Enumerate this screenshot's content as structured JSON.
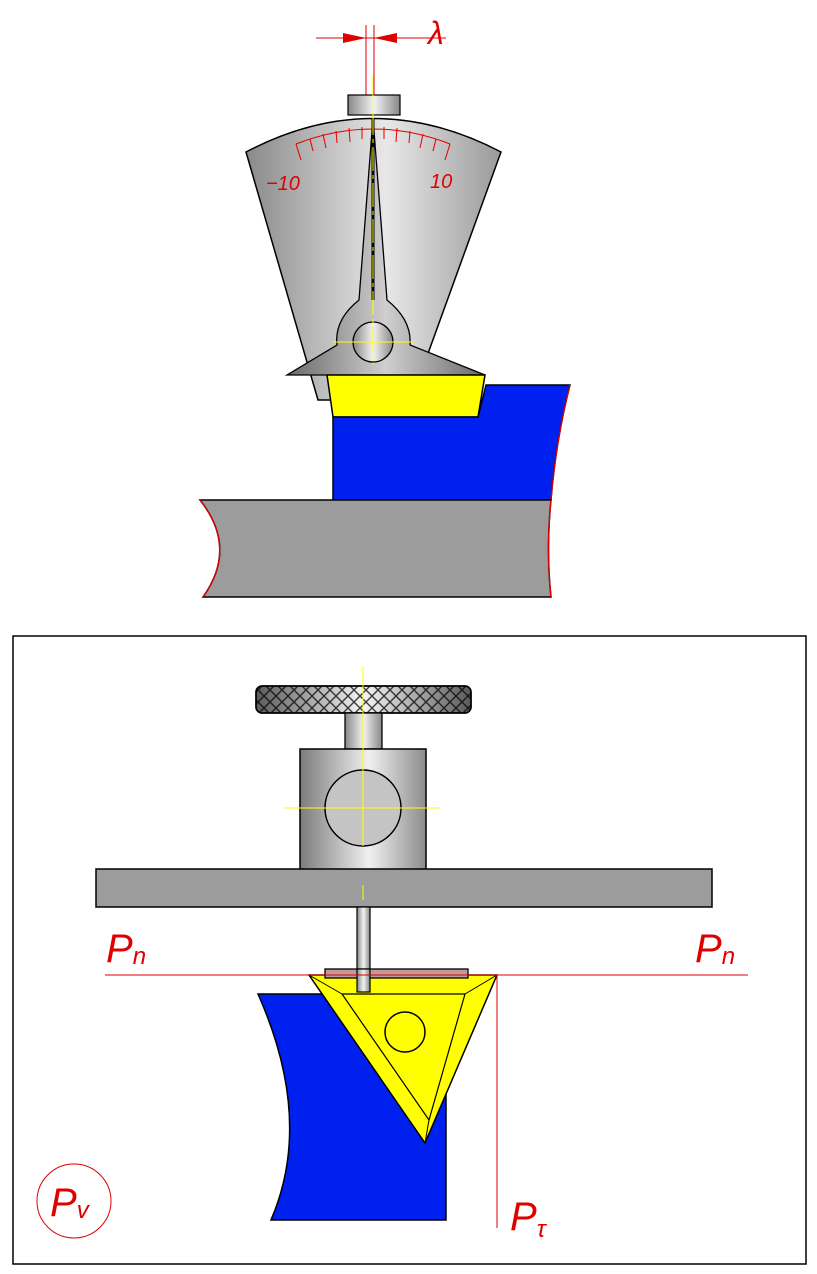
{
  "labels": {
    "lambda": "λ",
    "scale_min": "−10",
    "scale_max": "10",
    "pn_left": "P",
    "pn_left_sub": "n",
    "pn_right": "P",
    "pn_right_sub": "n",
    "ptau": "P",
    "ptau_sub": "τ",
    "pv": "P",
    "pv_sub": "v"
  },
  "colors": {
    "annotation": "#e00000",
    "centerline": "#ffff00",
    "body_blue": "#0020f0",
    "insert_yellow": "#ffff00",
    "steel_gray": "#999999",
    "outline": "#000000"
  }
}
